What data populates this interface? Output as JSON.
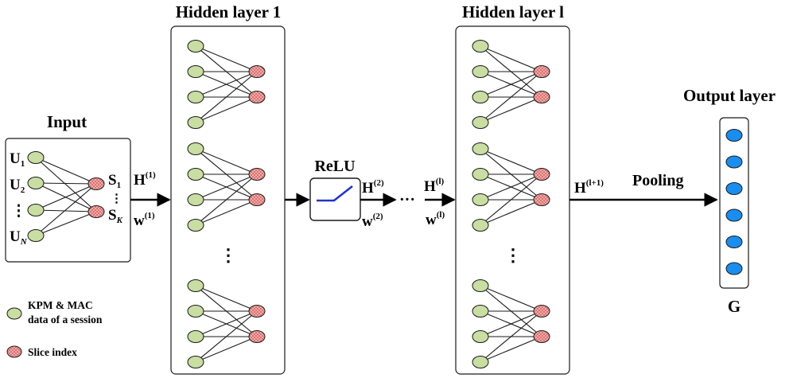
{
  "colors": {
    "input_node": "#c8dea2",
    "slice_node": "#f3b8b6",
    "slice_hatch": "#d15a58",
    "output_node": "#1a8df0",
    "relu_curve": "#2233c8",
    "stroke": "#1a1a1a"
  },
  "input": {
    "title": "Input",
    "u_labels": [
      {
        "base": "U",
        "sub": "1"
      },
      {
        "base": "U",
        "sub": "2"
      },
      {
        "base": "⋮",
        "sub": ""
      },
      {
        "base": "U",
        "sub": "N"
      }
    ],
    "s_labels": [
      {
        "base": "S",
        "sub": "1"
      },
      {
        "base": "⋮",
        "sub": ""
      },
      {
        "base": "S",
        "sub": "K"
      }
    ]
  },
  "hidden1": {
    "title": "Hidden layer 1",
    "ellipsis": "⋮"
  },
  "hiddenl": {
    "title": "Hidden layer l",
    "ellipsis": "⋮"
  },
  "relu": {
    "title": "ReLU"
  },
  "output": {
    "title": "Output layer",
    "symbol": "G",
    "node_count": 6
  },
  "edges": {
    "h1": {
      "base": "H",
      "sup": "(1)"
    },
    "w1": {
      "base": "w",
      "sup": "(1)"
    },
    "h2": {
      "base": "H",
      "sup": "(2)"
    },
    "w2": {
      "base": "w",
      "sup": "(2)"
    },
    "dots": "···",
    "hl": {
      "base": "H",
      "sup": "(l)"
    },
    "wl": {
      "base": "w",
      "sup": "(l)"
    },
    "hl1": {
      "base": "H",
      "sup": "(l+1)"
    },
    "pooling": "Pooling"
  },
  "legend": {
    "item1_line1": "KPM & MAC",
    "item1_line2": "data of a session",
    "item2": "Slice index"
  }
}
